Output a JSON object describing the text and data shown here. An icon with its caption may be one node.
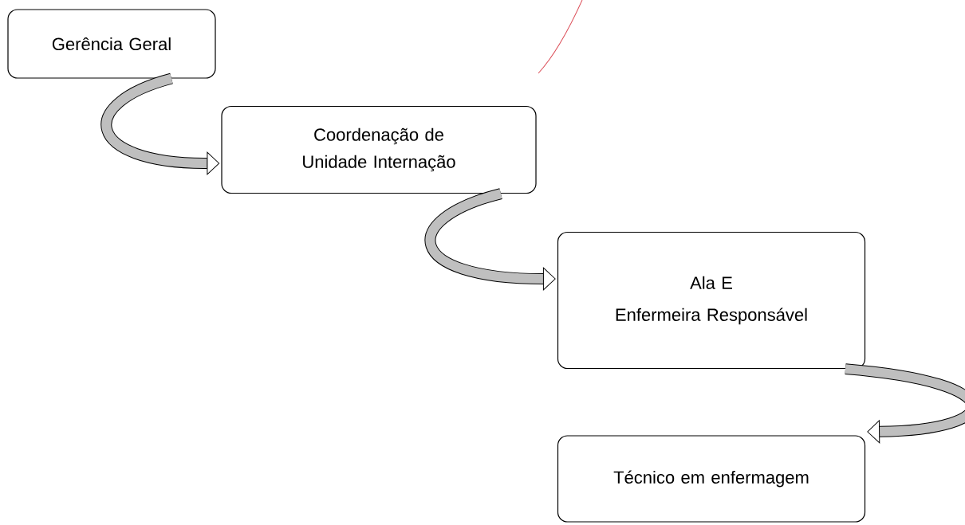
{
  "diagram": {
    "nodes": [
      {
        "text": [
          "Gerência Geral"
        ]
      },
      {
        "text": [
          "Coordenação de Unidade Internação"
        ]
      },
      {
        "text": [
          "Ala E",
          "Enfermeira Responsável"
        ]
      },
      {
        "text": [
          "Técnico em enfermagem"
        ]
      }
    ],
    "edges": [
      {
        "from": 0,
        "to": 1,
        "arrow": "to"
      },
      {
        "from": 1,
        "to": 2,
        "arrow": "to"
      },
      {
        "from": 2,
        "to": 3,
        "arrow": "to"
      }
    ]
  }
}
